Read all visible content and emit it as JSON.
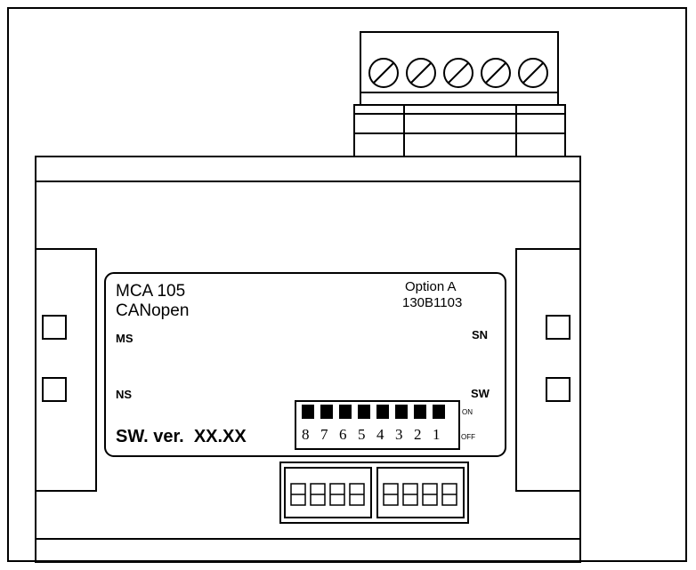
{
  "module": {
    "name": "MCA 105",
    "protocol": "CANopen",
    "option": "Option A",
    "part_number": "130B1103",
    "sw_version": "SW. ver.  XX.XX"
  },
  "leds": {
    "ms": "MS",
    "ns": "NS",
    "sn": "SN",
    "sw": "SW"
  },
  "dip_switch": {
    "numbers": [
      "8",
      "7",
      "6",
      "5",
      "4",
      "3",
      "2",
      "1"
    ],
    "on_label": "ON",
    "off_label": "OFF"
  },
  "colors": {
    "line": "#000000",
    "background": "#ffffff"
  }
}
